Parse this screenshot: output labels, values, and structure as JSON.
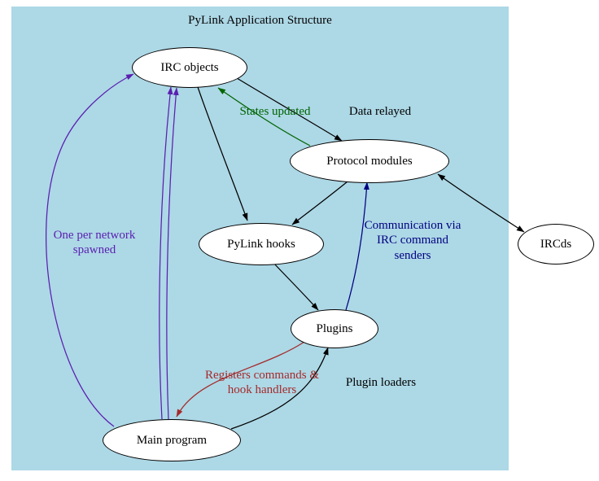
{
  "title": "PyLink Application Structure",
  "nodes": {
    "irc_objects": {
      "label": "IRC objects"
    },
    "protocol_modules": {
      "label": "Protocol modules"
    },
    "pylink_hooks": {
      "label": "PyLink hooks"
    },
    "plugins": {
      "label": "Plugins"
    },
    "main_program": {
      "label": "Main program"
    },
    "ircds": {
      "label": "IRCds"
    }
  },
  "edges": {
    "data_relayed": {
      "label": "Data relayed",
      "from": "IRC objects",
      "to": "Protocol modules",
      "color_name": "black"
    },
    "states_updated": {
      "label": "States updated",
      "from": "Protocol modules",
      "to": "IRC objects",
      "color_name": "green"
    },
    "irc_to_hooks": {
      "label": "",
      "from": "IRC objects",
      "to": "PyLink hooks",
      "color_name": "black"
    },
    "protocol_to_hooks": {
      "label": "",
      "from": "Protocol modules",
      "to": "PyLink hooks",
      "color_name": "black"
    },
    "hooks_to_plugins": {
      "label": "",
      "from": "PyLink hooks",
      "to": "Plugins",
      "color_name": "black"
    },
    "communication": {
      "label": "Communication via IRC command senders",
      "from": "Plugins",
      "to": "Protocol modules",
      "color_name": "navy"
    },
    "protocol_ircds": {
      "label": "",
      "from": "Protocol modules",
      "to": "IRCds",
      "bidirectional": true,
      "color_name": "black"
    },
    "plugin_loaders": {
      "label": "Plugin loaders",
      "from": "Main program",
      "to": "Plugins",
      "color_name": "black"
    },
    "registers": {
      "label": "Registers commands & hook handlers",
      "from": "Plugins",
      "to": "Main program",
      "color_name": "red"
    },
    "one_per_network": {
      "label": "One per network spawned",
      "from": "Main program",
      "to": "IRC objects",
      "color_name": "purple"
    }
  },
  "colors": {
    "cluster_bg": "#add8e6",
    "black": "#000000",
    "green": "#006400",
    "navy": "#000080",
    "purple": "#5a1fb0",
    "red": "#a52a2a"
  }
}
